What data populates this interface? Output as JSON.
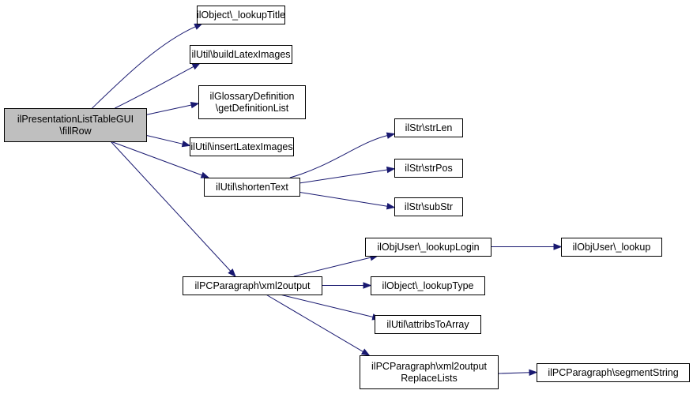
{
  "graph": {
    "nodes": [
      {
        "id": "root",
        "lines": [
          "ilPresentationListTableGUI",
          "\\fillRow"
        ],
        "root": true
      },
      {
        "id": "lookupTitle",
        "lines": [
          "ilObject\\_lookupTitle"
        ]
      },
      {
        "id": "buildLatexImages",
        "lines": [
          "ilUtil\\buildLatexImages"
        ]
      },
      {
        "id": "getDefinitionList",
        "lines": [
          "ilGlossaryDefinition",
          "\\getDefinitionList"
        ]
      },
      {
        "id": "insertLatexImages",
        "lines": [
          "ilUtil\\insertLatexImages"
        ]
      },
      {
        "id": "shortenText",
        "lines": [
          "ilUtil\\shortenText"
        ]
      },
      {
        "id": "strLen",
        "lines": [
          "ilStr\\strLen"
        ]
      },
      {
        "id": "strPos",
        "lines": [
          "ilStr\\strPos"
        ]
      },
      {
        "id": "subStr",
        "lines": [
          "ilStr\\subStr"
        ]
      },
      {
        "id": "xml2output",
        "lines": [
          "ilPCParagraph\\xml2output"
        ]
      },
      {
        "id": "lookupLogin",
        "lines": [
          "ilObjUser\\_lookupLogin"
        ]
      },
      {
        "id": "lookup",
        "lines": [
          "ilObjUser\\_lookup"
        ]
      },
      {
        "id": "lookupType",
        "lines": [
          "ilObject\\_lookupType"
        ]
      },
      {
        "id": "attribsToArray",
        "lines": [
          "ilUtil\\attribsToArray"
        ]
      },
      {
        "id": "replaceLists",
        "lines": [
          "ilPCParagraph\\xml2output",
          "ReplaceLists"
        ]
      },
      {
        "id": "segmentString",
        "lines": [
          "ilPCParagraph\\segmentString"
        ]
      }
    ],
    "edges": [
      {
        "from": "root",
        "to": "lookupTitle"
      },
      {
        "from": "root",
        "to": "buildLatexImages"
      },
      {
        "from": "root",
        "to": "getDefinitionList"
      },
      {
        "from": "root",
        "to": "insertLatexImages"
      },
      {
        "from": "root",
        "to": "shortenText"
      },
      {
        "from": "root",
        "to": "xml2output"
      },
      {
        "from": "shortenText",
        "to": "strLen"
      },
      {
        "from": "shortenText",
        "to": "strPos"
      },
      {
        "from": "shortenText",
        "to": "subStr"
      },
      {
        "from": "xml2output",
        "to": "lookupLogin"
      },
      {
        "from": "xml2output",
        "to": "lookupType"
      },
      {
        "from": "xml2output",
        "to": "attribsToArray"
      },
      {
        "from": "xml2output",
        "to": "replaceLists"
      },
      {
        "from": "lookupLogin",
        "to": "lookup"
      },
      {
        "from": "replaceLists",
        "to": "segmentString"
      }
    ]
  }
}
